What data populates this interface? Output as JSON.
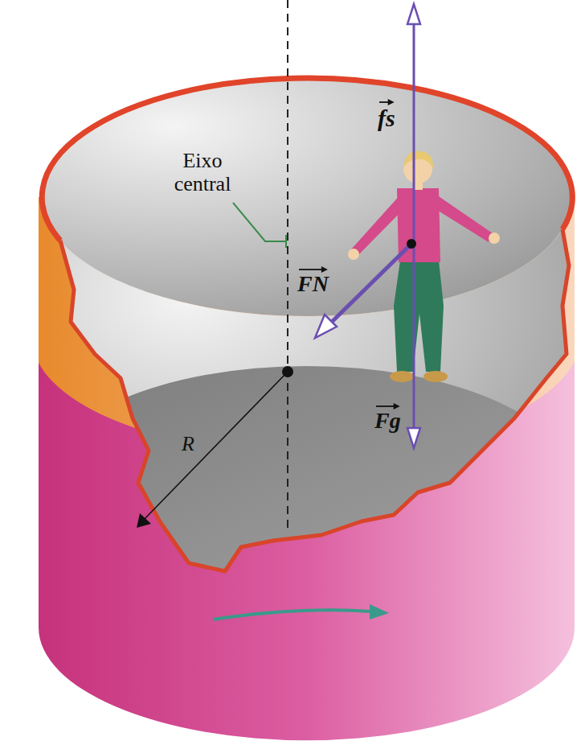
{
  "diagram": {
    "labels": [
      "fs",
      "Eixo central",
      "FN",
      "Fg",
      "R"
    ]
  }
}
